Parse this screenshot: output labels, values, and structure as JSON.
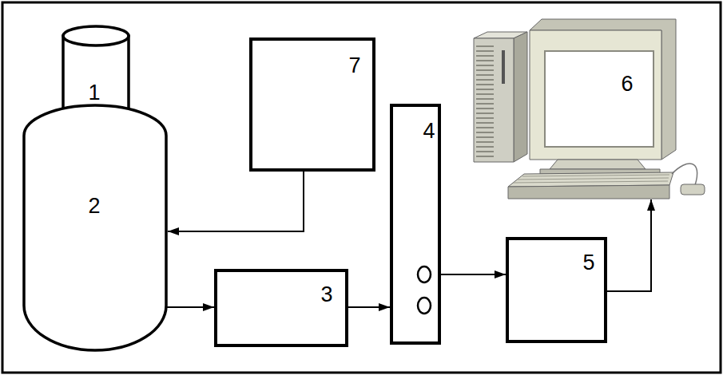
{
  "diagram": {
    "nodes": [
      {
        "text": [
          "1"
        ]
      },
      {
        "text": [
          "2"
        ]
      },
      {
        "text": [
          "3"
        ]
      },
      {
        "text": [
          "4"
        ]
      },
      {
        "text": [
          "5"
        ]
      },
      {
        "text": [
          "6"
        ]
      },
      {
        "text": [
          "7"
        ]
      }
    ],
    "edges": [
      {
        "from": 6,
        "to": 1,
        "arrow": "to"
      },
      {
        "from": 1,
        "to": 2,
        "arrow": "to"
      },
      {
        "from": 2,
        "to": 3,
        "arrow": "to"
      },
      {
        "from": 3,
        "to": 4,
        "arrow": "to"
      },
      {
        "from": 4,
        "to": 5,
        "arrow": "to"
      }
    ]
  }
}
